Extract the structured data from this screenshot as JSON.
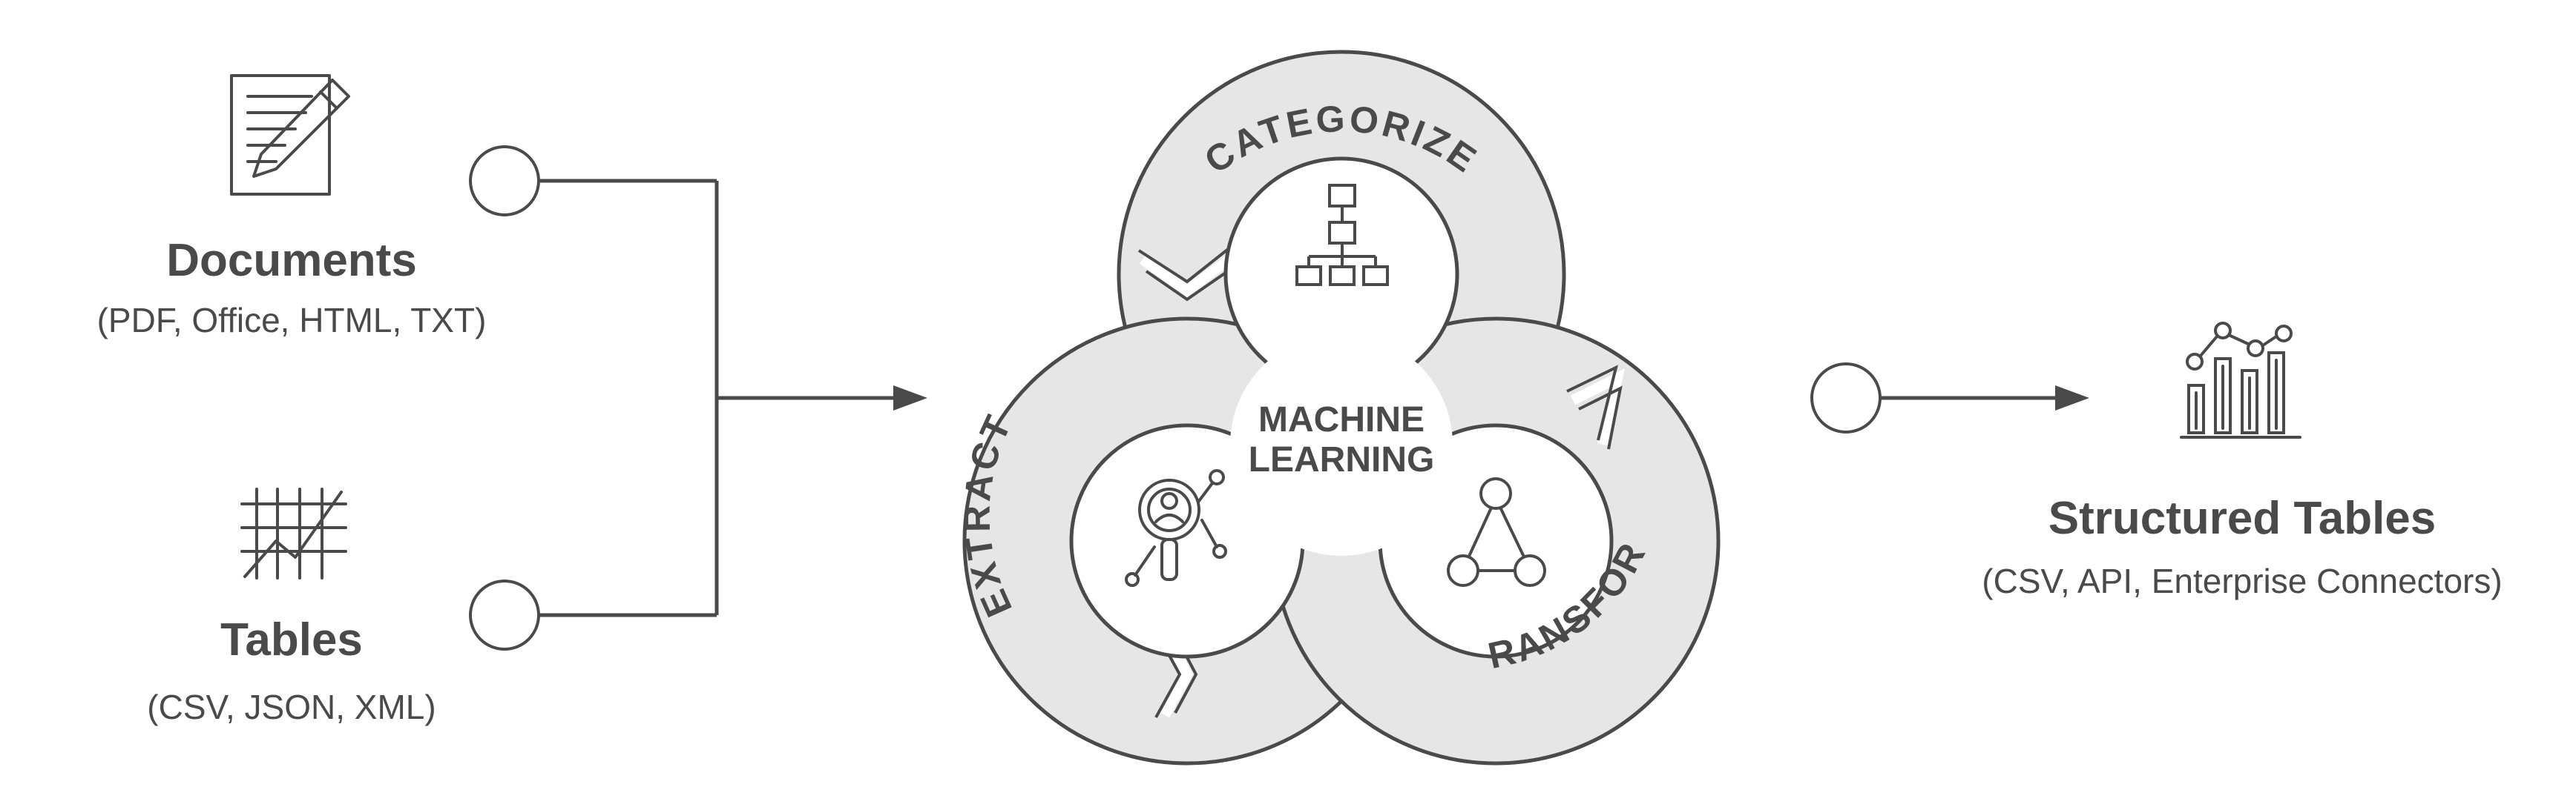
{
  "inputs": [
    {
      "icon": "document-pencil-icon",
      "title": "Documents",
      "subtitle": "(PDF, Office, HTML, TXT)"
    },
    {
      "icon": "table-chart-icon",
      "title": "Tables",
      "subtitle": "(CSV, JSON, XML)"
    }
  ],
  "process": {
    "center_line1": "MACHINE",
    "center_line2": "LEARNING",
    "stages": [
      {
        "label": "CATEGORIZE",
        "icon": "hierarchy-icon"
      },
      {
        "label": "EXTRACT",
        "icon": "magnifier-person-icon"
      },
      {
        "label": "TRANSFORM",
        "icon": "triangle-network-icon"
      }
    ]
  },
  "output": {
    "icon": "bar-chart-icon",
    "title": "Structured Tables",
    "subtitle": "(CSV, API, Enterprise Connectors)"
  },
  "colors": {
    "ring_fill": "#e6e6e6",
    "stroke": "#4a4a4a",
    "text": "#4a4a4a",
    "background": "#ffffff"
  }
}
